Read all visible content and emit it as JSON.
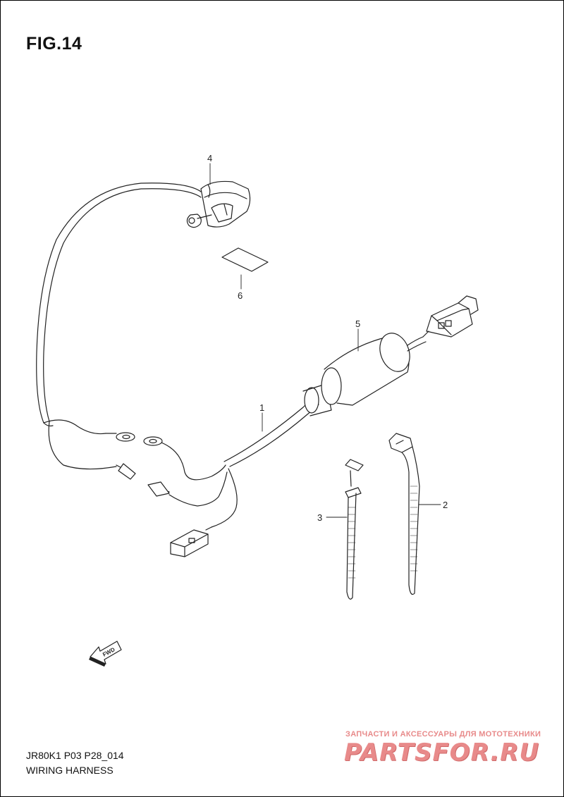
{
  "figure": {
    "title": "FIG.14"
  },
  "callouts": [
    {
      "id": "part-1",
      "label": "1"
    },
    {
      "id": "part-2",
      "label": "2"
    },
    {
      "id": "part-3",
      "label": "3"
    },
    {
      "id": "part-4",
      "label": "4"
    },
    {
      "id": "part-5",
      "label": "5"
    },
    {
      "id": "part-6",
      "label": "6"
    }
  ],
  "fwd_arrow": {
    "label": "FWD",
    "icon": "fwd-arrow-icon"
  },
  "footer": {
    "code": "JR80K1 P03 P28_014",
    "name": "WIRING HARNESS"
  },
  "watermark": {
    "tagline": "ЗАПЧАСТИ И АКСЕССУАРЫ ДЛЯ МОТОТЕХНИКИ",
    "logo": "PARTSFOR.RU",
    "color": "#e88a8a"
  }
}
